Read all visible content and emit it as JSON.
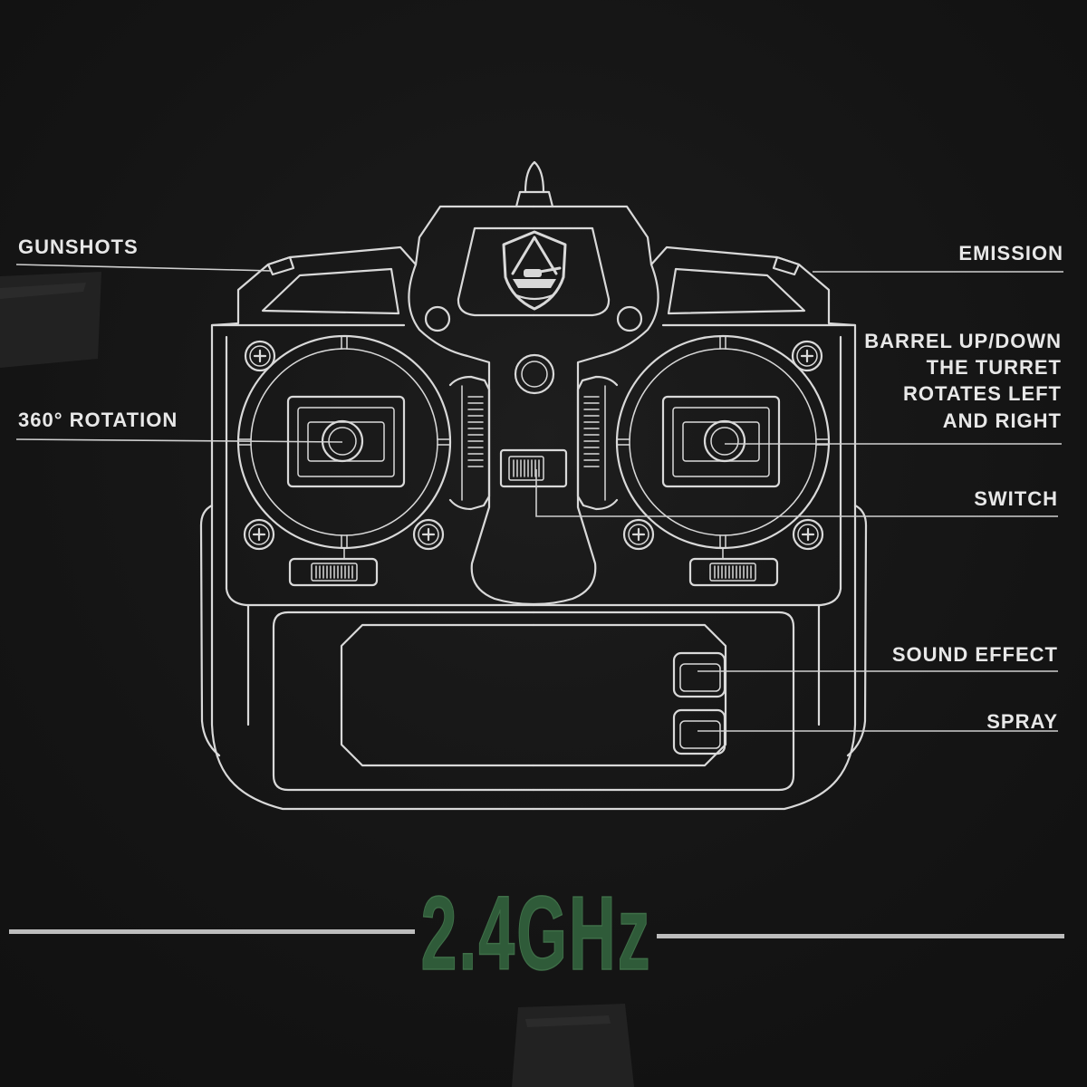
{
  "labels": {
    "gunshots": "GUNSHOTS",
    "rotation": "360° ROTATION",
    "emission": "EMISSION",
    "barrel_lines": [
      "BARREL UP/DOWN",
      "THE TURRET",
      "ROTATES LEFT",
      "AND RIGHT"
    ],
    "switch": "SWITCH",
    "sound_effect": "SOUND EFFECT",
    "spray": "SPRAY"
  },
  "frequency": "2.4GHz",
  "icons": {
    "logo": "tank-shield-logo",
    "screw": "screw-icon"
  },
  "colors": {
    "background": "#171717",
    "line_art": "#d9d9d9",
    "label_text": "#e8e8e8",
    "frequency_green": "#2f5b39",
    "divider": "#bdbdbd"
  }
}
